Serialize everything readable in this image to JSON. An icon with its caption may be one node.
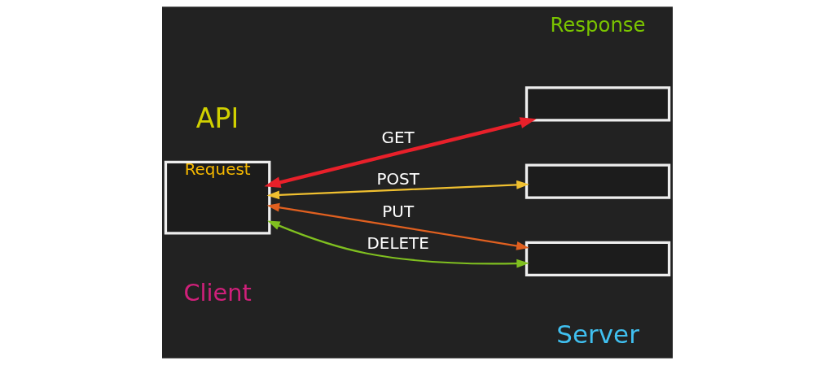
{
  "diagram": {
    "nodes": [
      {
        "text": [
          "Request"
        ],
        "beside": [
          "Client"
        ]
      },
      {
        "text": [],
        "shape": "box"
      },
      {
        "text": [],
        "shape": "box"
      },
      {
        "text": [],
        "shape": "box"
      }
    ],
    "edges": [
      {
        "from": 1,
        "to": 0,
        "arrow": "both",
        "label": "GET",
        "style": "thick",
        "color": "#e8202a"
      },
      {
        "from": 0,
        "to": 2,
        "arrow": "both",
        "label": "POST",
        "color": "#f0c030"
      },
      {
        "from": 0,
        "to": 3,
        "arrow": "both",
        "label": "PUT",
        "color": "#e06020"
      },
      {
        "from": 0,
        "to": 3,
        "arrow": "both",
        "label": "DELETE",
        "color": "#80c020"
      }
    ],
    "labels": [
      "Response",
      "Server",
      "API"
    ]
  }
}
